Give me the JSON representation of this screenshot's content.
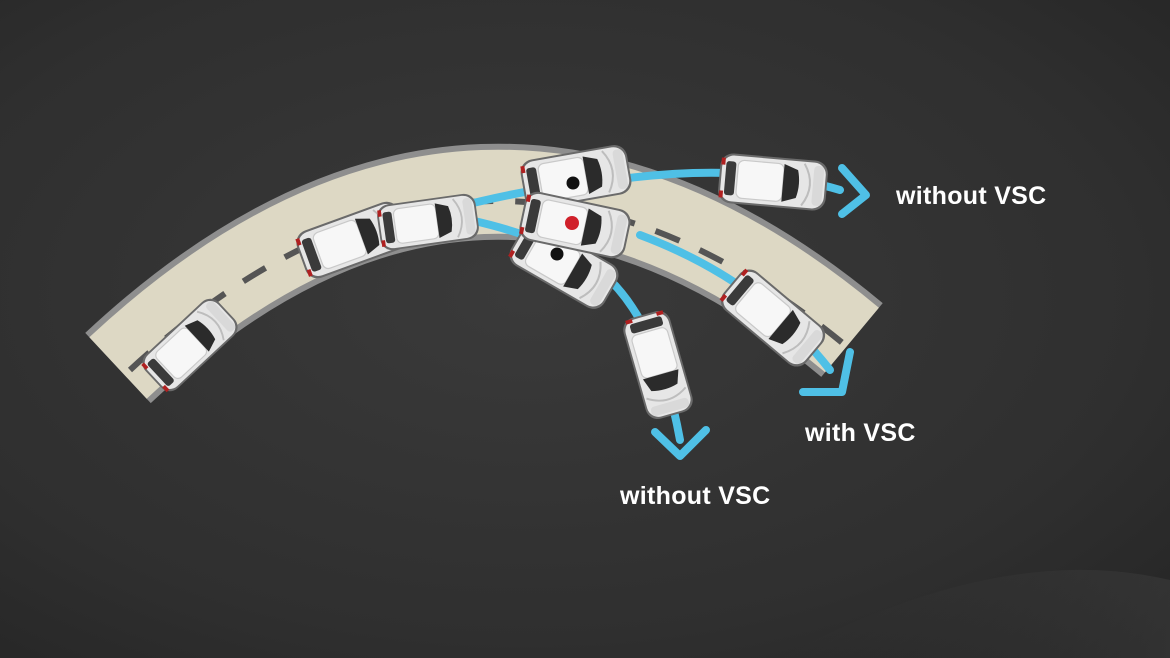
{
  "diagram": {
    "labels": {
      "without_vsc_outward": "without VSC",
      "with_vsc": "with VSC",
      "without_vsc_inward": "without VSC"
    },
    "marker_colors": {
      "stable": "#111111",
      "vsc": "#d0202a"
    },
    "colors": {
      "background": "#333333",
      "road_surface": "#ddd8c4",
      "road_edge": "#8e8e8e",
      "lane_dash": "#555555",
      "path_arrow": "#4fc0e6",
      "car_body": "#e7e7e7",
      "car_outline": "#6a6a6a"
    }
  }
}
